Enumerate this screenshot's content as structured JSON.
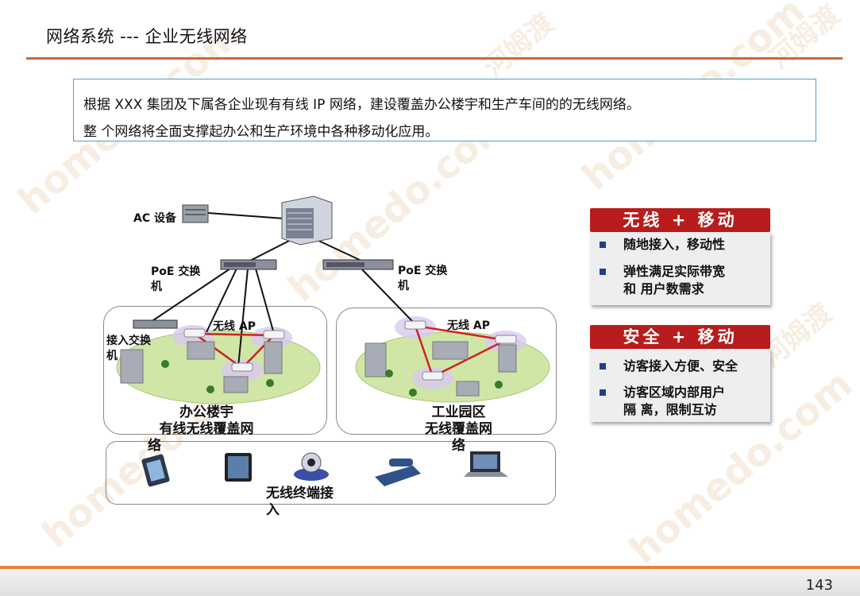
{
  "title": "网络系统 --- 企业无线网络",
  "intro": {
    "line1": "根据 XXX 集团及下属各企业现有有线 IP 网络，建设覆盖办公楼宇和生产车间的的无线网络。",
    "line2": "整 个网络将全面支撑起办公和生产环境中各种移动化应用。"
  },
  "diagram": {
    "ac_label": "AC 设备",
    "poe_left": [
      "PoE 交换",
      "机"
    ],
    "poe_right": [
      "PoE 交换",
      "机"
    ],
    "access_switch": [
      "接入交换",
      "机"
    ],
    "ap_left": "无线 AP",
    "ap_right": "无线 AP",
    "office_label": [
      "办公楼宇",
      "有线无线覆盖网",
      "络"
    ],
    "industrial_label": [
      "工业园区",
      "无线覆盖网",
      "络"
    ],
    "terminal_label": [
      "无线终端接",
      "入"
    ]
  },
  "panels": [
    {
      "title": "无线 + 移动",
      "items": [
        "随地接入，移动性",
        "弹性满足实际带宽\n和 用户数需求"
      ]
    },
    {
      "title": "安全 + 移动",
      "items": [
        "访客接入方便、安全",
        "访客区域内部用户\n隔 离，限制互访"
      ]
    }
  ],
  "watermark": [
    "homedo.com",
    "河姆渡"
  ],
  "page_number": "143",
  "colors": {
    "accent": "#b81c1c",
    "rule": "#c96a3b",
    "intro_border": "#4aa0c8",
    "bullet": "#233c8c",
    "link_red": "#cc2222"
  }
}
